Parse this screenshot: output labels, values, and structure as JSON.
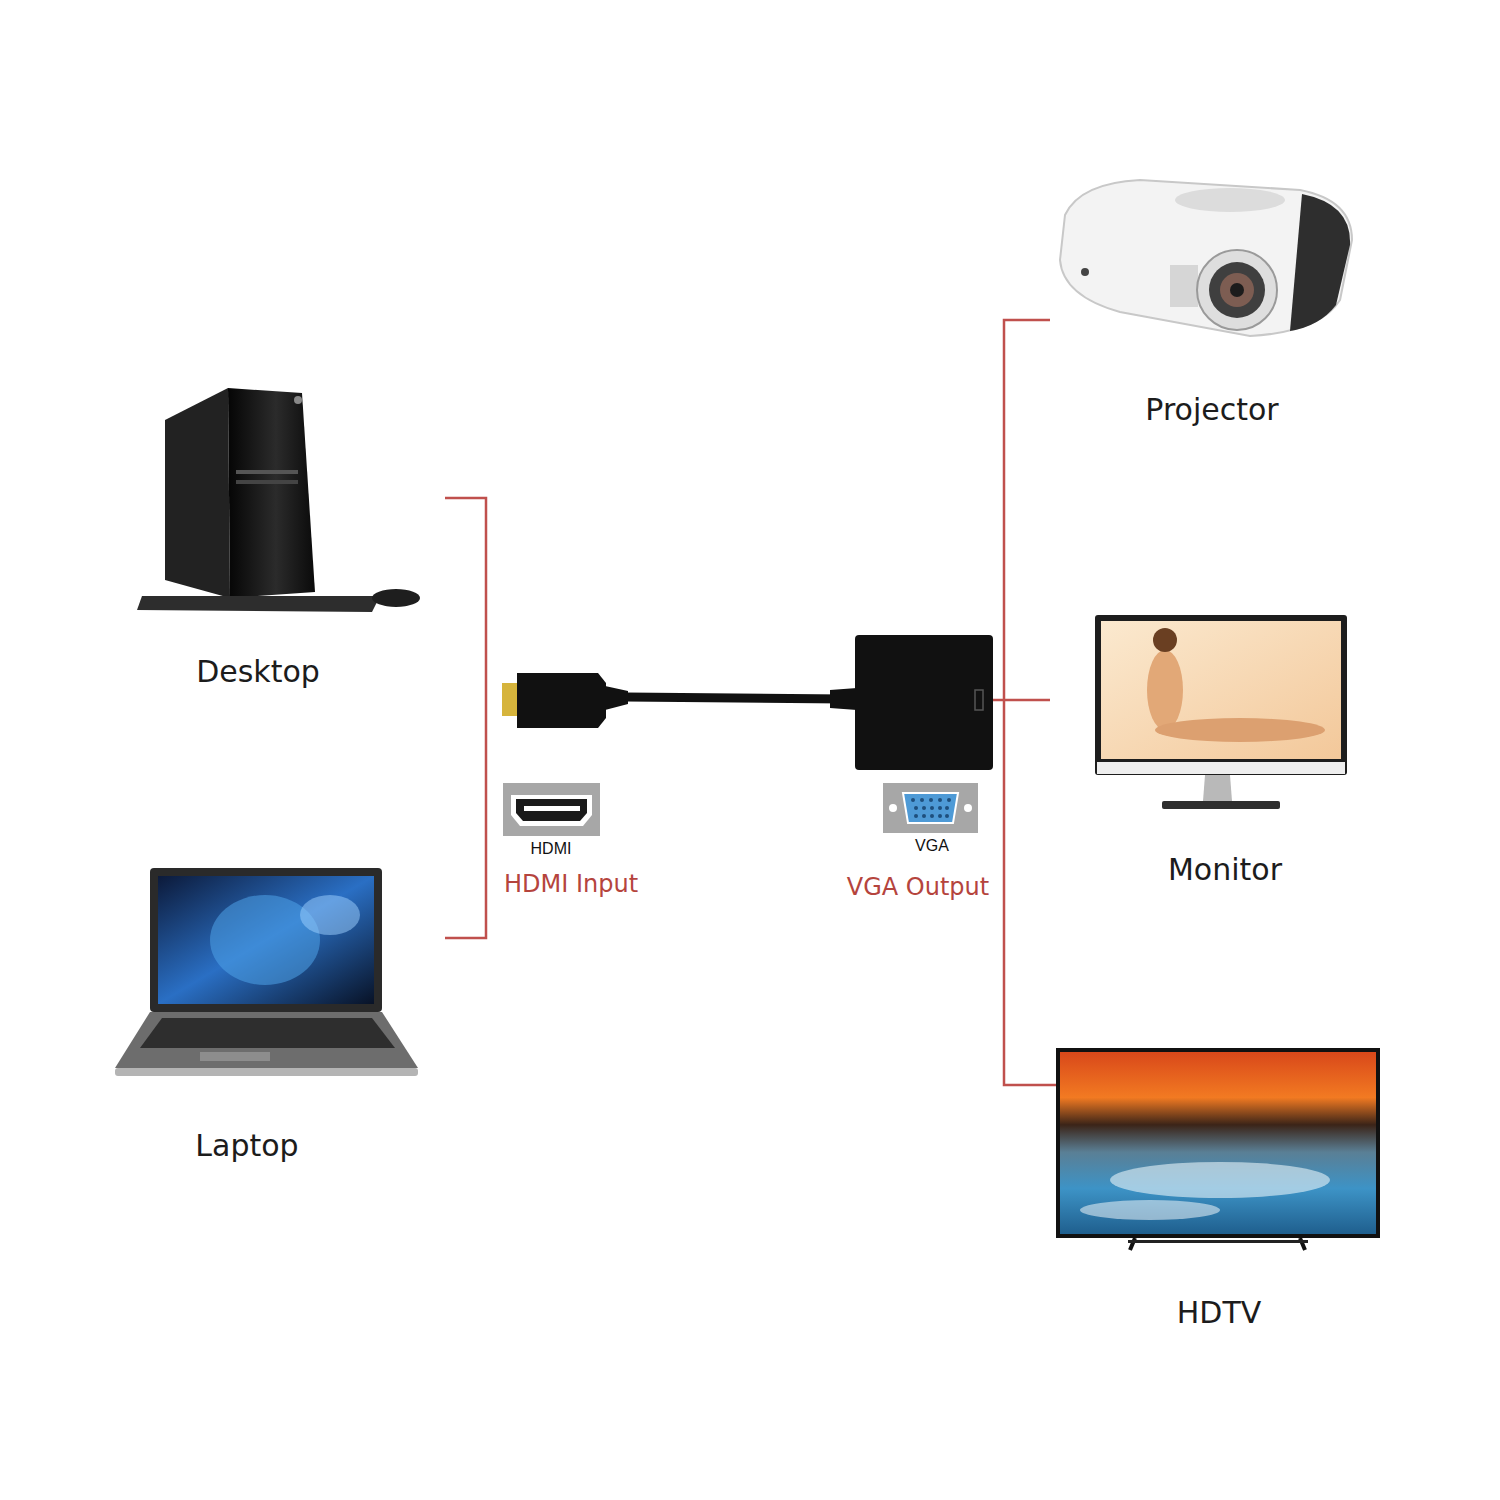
{
  "diagram": {
    "nodes": [
      {
        "text": [
          "Desktop"
        ]
      },
      {
        "text": [
          "Laptop"
        ]
      },
      {
        "text": [
          "HDMI",
          "HDMI Input"
        ]
      },
      {
        "text": [
          "VGA",
          "VGA Output"
        ]
      },
      {
        "text": [
          "Projector"
        ]
      },
      {
        "text": [
          "Monitor"
        ]
      },
      {
        "text": [
          "HDTV"
        ]
      }
    ]
  }
}
